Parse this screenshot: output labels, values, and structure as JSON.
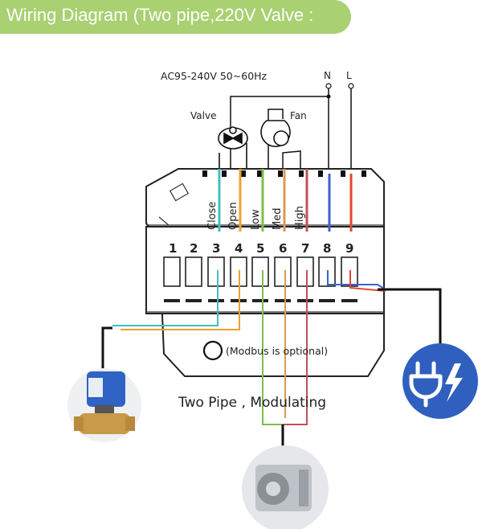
{
  "banner": {
    "title": "Wiring Diagram (Two pipe,220V Valve :",
    "color": "#a9d071"
  },
  "power": {
    "spec": "AC95-240V  50~60Hz",
    "neutral": "N",
    "live": "L"
  },
  "valve": {
    "label": "Valve"
  },
  "fan": {
    "label": "Fan"
  },
  "terminals": [
    "1",
    "2",
    "3",
    "4",
    "5",
    "6",
    "7",
    "8",
    "9"
  ],
  "wire_labels": [
    "Close",
    "Open",
    "Low",
    "Med",
    "High"
  ],
  "wire_colors": {
    "close": "#3fbfbf",
    "open": "#f0a030",
    "low": "#7cc04e",
    "med": "#d89a52",
    "high": "#c0505a",
    "neutral": "#3b63c8",
    "live": "#e0482e"
  },
  "modbus_note": "(Modbus is optional)",
  "mode_caption": "Two Pipe , Modulating",
  "icons": {
    "valve_photo": "valve-actuator-icon",
    "fan_photo": "blower-fan-icon",
    "power_plug": "power-plug-icon",
    "power_bg": "#2f5fbf"
  }
}
